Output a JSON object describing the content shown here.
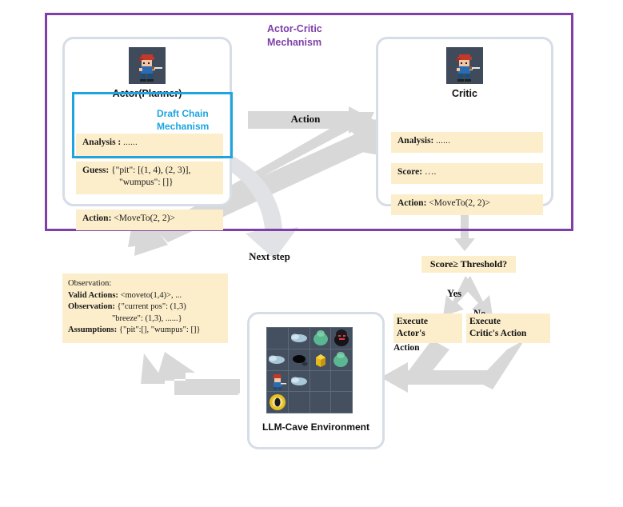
{
  "diagram": {
    "frame_title": "Actor-Critic\nMechanism",
    "frame_title_line1": "Actor-Critic",
    "frame_title_line2": "Mechanism",
    "accent_purple": "#7e3fa8",
    "accent_cyan": "#1ca5e0",
    "field_bg": "#fceecb",
    "card_border": "#d7dde6",
    "arrow_gray": "#d8d8d8"
  },
  "actor": {
    "avatar_icon": "pixel-adventurer-avatar",
    "name": "Actor(Planner)",
    "analysis_label": "Analysis :",
    "analysis_value": "......",
    "guess_label": "Guess:",
    "guess_value_line1": "{\"pit\": [(1, 4), (2, 3)],",
    "guess_value_line2": "\"wumpus\": []}",
    "action_label": "Action:",
    "action_value": "<MoveTo(2, 2)>"
  },
  "draft_chain": {
    "label_line1": "Draft Chain",
    "label_line2": "Mechanism"
  },
  "critic": {
    "avatar_icon": "pixel-adventurer-avatar",
    "name": "Critic",
    "analysis_label": "Analysis:",
    "analysis_value": "......",
    "score_label": "Score:",
    "score_value": "….",
    "action_label": "Action:",
    "action_value": "<MoveTo(2, 2)>"
  },
  "arrows": {
    "action_label": "Action",
    "next_step_label": "Next step"
  },
  "observation": {
    "title": "Observation:",
    "valid_actions_label": "Valid Actions:",
    "valid_actions_value": "<moveto(1,4)>, ...",
    "observation_label": "Observation:",
    "observation_value_line1": "{\"current pos\": (1,3)",
    "observation_value_line2": "\"breeze\": (1,3), ......}",
    "assumptions_label": "Assumptions:",
    "assumptions_value": "{\"pit\":[], \"wumpus\": []}"
  },
  "environment": {
    "label": "LLM-Cave Environment",
    "grid_rows": 4,
    "grid_cols": 4,
    "cells": [
      "empty",
      "breeze",
      "stench",
      "wumpus",
      "breeze",
      "pit",
      "gold",
      "stench",
      "agent",
      "breeze",
      "empty",
      "empty",
      "exit",
      "empty",
      "empty",
      "empty"
    ]
  },
  "decision": {
    "score_threshold_label": "Score≥ Threshold?",
    "yes_label": "Yes",
    "no_label": "No",
    "execute_actor_line1": "Execute",
    "execute_actor_line2": " Actor's",
    "execute_actor_line3": "Action",
    "execute_critic_line1": "Execute",
    "execute_critic_line2": " Critic's Action"
  }
}
